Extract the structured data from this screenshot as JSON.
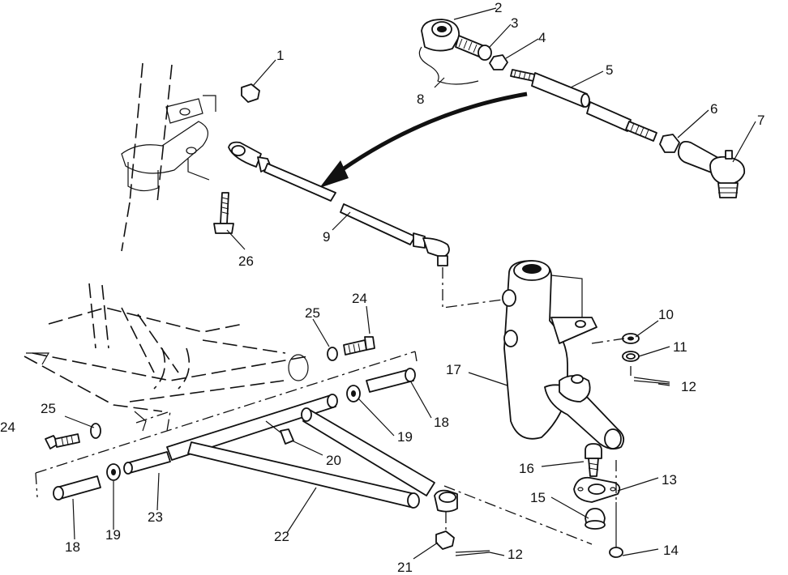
{
  "callouts": [
    {
      "id": "c1",
      "text": "1"
    },
    {
      "id": "c2",
      "text": "2"
    },
    {
      "id": "c3",
      "text": "3"
    },
    {
      "id": "c4",
      "text": "4"
    },
    {
      "id": "c5",
      "text": "5"
    },
    {
      "id": "c6",
      "text": "6"
    },
    {
      "id": "c7",
      "text": "7"
    },
    {
      "id": "c8",
      "text": "8"
    },
    {
      "id": "c9",
      "text": "9"
    },
    {
      "id": "c10",
      "text": "10"
    },
    {
      "id": "c11",
      "text": "11"
    },
    {
      "id": "c12a",
      "text": "12"
    },
    {
      "id": "c13",
      "text": "13"
    },
    {
      "id": "c14",
      "text": "14"
    },
    {
      "id": "c15",
      "text": "15"
    },
    {
      "id": "c16",
      "text": "16"
    },
    {
      "id": "c17",
      "text": "17"
    },
    {
      "id": "c18a",
      "text": "18"
    },
    {
      "id": "c19a",
      "text": "19"
    },
    {
      "id": "c20",
      "text": "20"
    },
    {
      "id": "c12b",
      "text": "12"
    },
    {
      "id": "c18b",
      "text": "18"
    },
    {
      "id": "c19b",
      "text": "19"
    },
    {
      "id": "c21",
      "text": "21"
    },
    {
      "id": "c22",
      "text": "22"
    },
    {
      "id": "c23",
      "text": "23"
    },
    {
      "id": "c24a",
      "text": "24"
    },
    {
      "id": "c24b",
      "text": "24"
    },
    {
      "id": "c25a",
      "text": "25"
    },
    {
      "id": "c25b",
      "text": "25"
    },
    {
      "id": "c26",
      "text": "26"
    }
  ]
}
